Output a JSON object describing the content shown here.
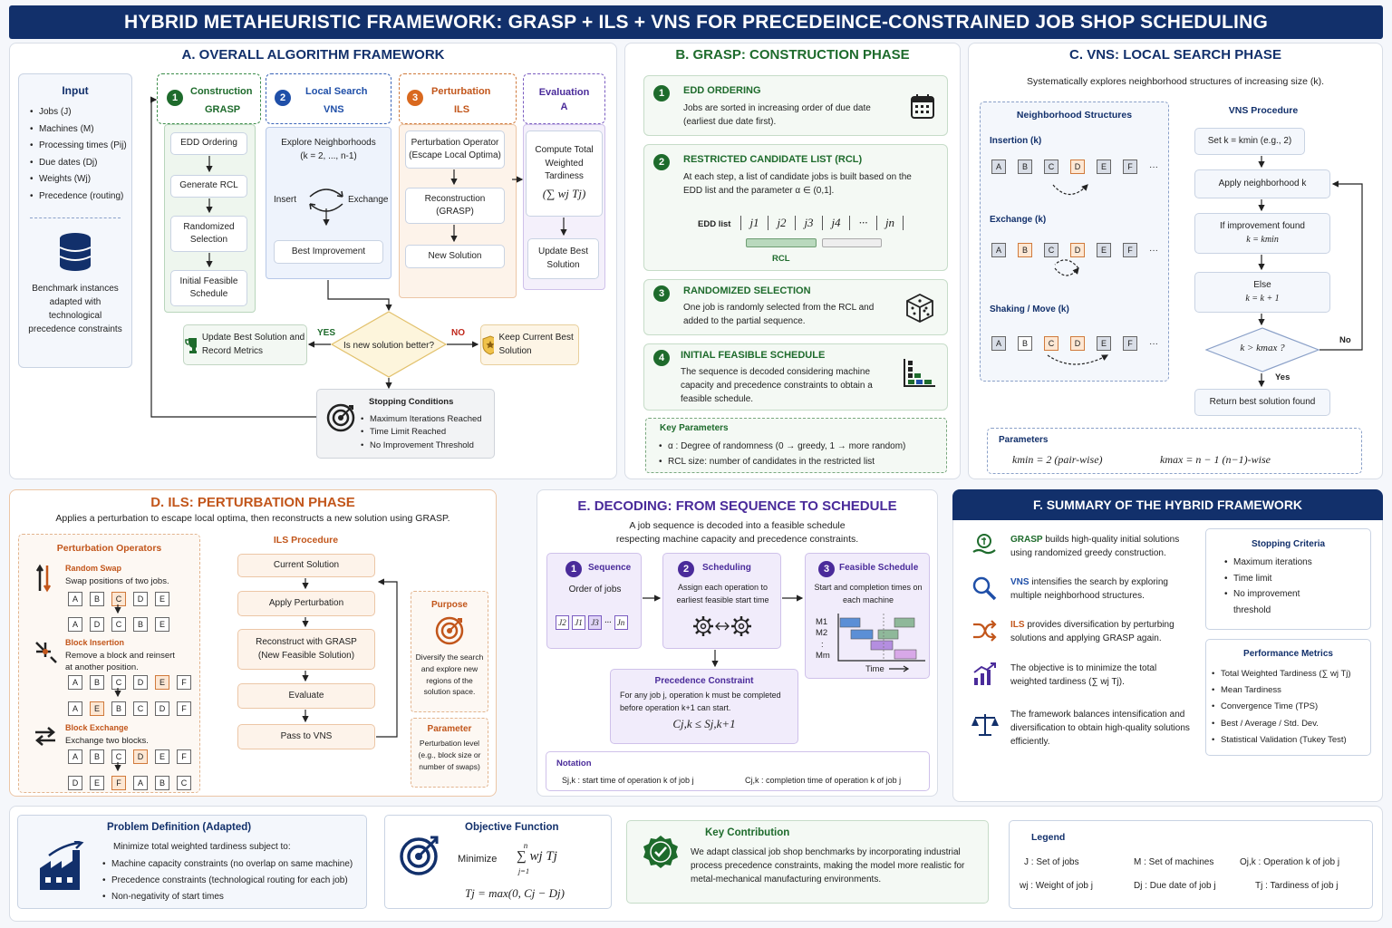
{
  "title": "HYBRID METAHEURISTIC FRAMEWORK: GRASP + ILS + VNS FOR PRECEDEINCE-CONSTRAINED JOB SHOP SCHEDULING",
  "colors": {
    "navy": "#12306b",
    "green": "#1e6b2c",
    "orange": "#c2561b",
    "purple": "#4a2b9a",
    "blue": "#1f4fa8"
  },
  "a": {
    "title": "A. OVERALL ALGORITHM FRAMEWORK",
    "input_title": "Input",
    "inputs": [
      "Jobs (J)",
      "Machines (M)",
      "Processing times (Pij)",
      "Due dates (Dj)",
      "Weights (Wj)",
      "Precedence (routing)"
    ],
    "bench": "Benchmark instances adapted with technological precedence constraints",
    "c1": {
      "num": "1",
      "title": "Construction",
      "sub": "GRASP",
      "steps": [
        "EDD Ordering",
        "Generate RCL",
        "Randomized Selection",
        "Initial Feasible Schedule"
      ]
    },
    "c2": {
      "num": "2",
      "title": "Local Search",
      "sub": "VNS",
      "explore": "Explore Neighborhoods",
      "range": "(k = 2, ..., n-1)",
      "insert": "Insert",
      "exchange": "Exchange",
      "best": "Best Improvement"
    },
    "c3": {
      "num": "3",
      "title": "Perturbation",
      "sub": "ILS",
      "steps": [
        "Perturbation Operator (Escape Local Optima)",
        "Reconstruction (GRASP)",
        "New Solution"
      ]
    },
    "c4": {
      "title": "Evaluation",
      "sub": "A",
      "compute": "Compute Total Weighted Tardiness",
      "formula": "(∑ wj Tj)",
      "update": "Update Best Solution"
    },
    "decision": "Is new solution better?",
    "yes": "YES",
    "no": "NO",
    "update_best": "Update Best Solution and Record Metrics",
    "keep": "Keep Current Best Solution",
    "stop_title": "Stopping Conditions",
    "stops": [
      "Maximum Iterations Reached",
      "Time Limit Reached",
      "No Improvement Threshold"
    ]
  },
  "b": {
    "title": "B. GRASP: CONSTRUCTION PHASE",
    "s1": {
      "num": "1",
      "title": "EDD ORDERING",
      "text": "Jobs are sorted in increasing order of due date (earliest due date first)."
    },
    "s2": {
      "num": "2",
      "title": "RESTRICTED CANDIDATE LIST (RCL)",
      "text": "At each step, a list of candidate jobs is built based on the EDD list and the parameter α ∈ (0,1].",
      "edd": "EDD list",
      "jobs": [
        "j1",
        "j2",
        "j3",
        "j4",
        "···",
        "jn"
      ],
      "rcl": "RCL"
    },
    "s3": {
      "num": "3",
      "title": "RANDOMIZED SELECTION",
      "text": "One job is randomly selected from the RCL and added to the partial sequence."
    },
    "s4": {
      "num": "4",
      "title": "INITIAL FEASIBLE SCHEDULE",
      "text": "The sequence is decoded considering machine capacity and precedence constraints to obtain a feasible schedule."
    },
    "kp_title": "Key Parameters",
    "kp": [
      "α : Degree of randomness (0 → greedy, 1 → more random)",
      "RCL size: number of candidates in the restricted list"
    ]
  },
  "c": {
    "title": "C. VNS: LOCAL SEARCH PHASE",
    "sub": "Systematically explores neighborhood structures of increasing size (k).",
    "ns_title": "Neighborhood Structures",
    "n1": "Insertion (k)",
    "n2": "Exchange (k)",
    "n3": "Shaking / Move (k)",
    "letters": [
      "A",
      "B",
      "C",
      "D",
      "E",
      "F",
      "···"
    ],
    "proc_title": "VNS Procedure",
    "p1": "Set k = kmin (e.g., 2)",
    "p2": "Apply neighborhood k",
    "p3a": "If improvement found",
    "p3b": "k = kmin",
    "p4a": "Else",
    "p4b": "k = k + 1",
    "p5": "k > kmax ?",
    "yes": "Yes",
    "no": "No",
    "p6": "Return best solution found",
    "par_title": "Parameters",
    "kmin": "kmin = 2  (pair-wise)",
    "kmax": "kmax = n − 1  (n−1)-wise"
  },
  "d": {
    "title": "D. ILS: PERTURBATION PHASE",
    "sub": "Applies a perturbation to escape local optima, then reconstructs a new solution using GRASP.",
    "ops_title": "Perturbation Operators",
    "o1": {
      "title": "Random Swap",
      "text": "Swap positions of two jobs.",
      "before": [
        "A",
        "B",
        "C",
        "D",
        "E"
      ],
      "after": [
        "A",
        "D",
        "C",
        "B",
        "E"
      ]
    },
    "o2": {
      "title": "Block Insertion",
      "text1": "Remove a block and reinsert",
      "text2": "at another position.",
      "before": [
        "A",
        "B",
        "C",
        "D",
        "E",
        "F"
      ],
      "after": [
        "A",
        "E",
        "B",
        "C",
        "D",
        "F"
      ]
    },
    "o3": {
      "title": "Block Exchange",
      "text": "Exchange two blocks.",
      "before": [
        "A",
        "B",
        "C",
        "D",
        "E",
        "F"
      ],
      "after": [
        "D",
        "E",
        "F",
        "A",
        "B",
        "C"
      ]
    },
    "proc_title": "ILS Procedure",
    "steps": [
      "Current Solution",
      "Apply Perturbation",
      "Reconstruct with GRASP (New Feasible Solution)",
      "Evaluate",
      "Pass to VNS"
    ],
    "purpose_title": "Purpose",
    "purpose": "Diversify the search and explore new regions of the solution space.",
    "param_title": "Parameter",
    "param": "Perturbation level (e.g., block size or number of swaps)"
  },
  "e": {
    "title": "E. DECODING: FROM SEQUENCE TO SCHEDULE",
    "sub1": "A job sequence is decoded into a feasible schedule",
    "sub2": "respecting machine capacity and precedence constraints.",
    "s1": {
      "num": "1",
      "title": "Sequence",
      "text": "Order of jobs",
      "jobs": [
        "J2",
        "J1",
        "J3",
        "···",
        "Jn"
      ]
    },
    "s2": {
      "num": "2",
      "title": "Scheduling",
      "text": "Assign each operation to earliest feasible start time"
    },
    "s3": {
      "num": "3",
      "title": "Feasible Schedule",
      "text": "Start and completion times on each machine",
      "machines": [
        "M1",
        "M2",
        ":",
        "Mm"
      ],
      "time": "Time"
    },
    "pc_title": "Precedence Constraint",
    "pc_text": "For any job j, operation k must be completed before operation k+1 can start.",
    "pc_formula": "Cj,k ≤ Sj,k+1",
    "not_title": "Notation",
    "not1": "Sj,k : start time of operation k of job j",
    "not2": "Cj,k : completion time of operation k of job j"
  },
  "f": {
    "title": "F. SUMMARY OF THE HYBRID FRAMEWORK",
    "items": [
      {
        "key": "GRASP",
        "text": " builds high-quality initial solutions using randomized greedy construction."
      },
      {
        "key": "VNS",
        "text": " intensifies the search by exploring multiple neighborhood structures."
      },
      {
        "key": "ILS",
        "text": " provides diversification by perturbing solutions and applying GRASP again."
      },
      {
        "key": "",
        "text": "The objective is to minimize the total weighted tardiness (∑ wj Tj)."
      },
      {
        "key": "",
        "text": "The framework balances intensification and diversification to obtain high-quality solutions efficiently."
      }
    ],
    "stop_title": "Stopping Criteria",
    "stops": [
      "Maximum iterations",
      "Time limit",
      "No improvement threshold"
    ],
    "perf_title": "Performance Metrics",
    "perf": [
      "Total Weighted Tardiness (∑ wj Tj)",
      "Mean Tardiness",
      "Convergence Time (TPS)",
      "Best / Average / Std. Dev.",
      "Statistical Validation (Tukey Test)"
    ]
  },
  "g": {
    "pd_title": "Problem Definition (Adapted)",
    "pd_sub": "Minimize total weighted tardiness subject to:",
    "pd": [
      "Machine capacity constraints (no overlap on same machine)",
      "Precedence constraints (technological routing for each job)",
      "Non-negativity of start times"
    ],
    "of_title": "Objective Function",
    "of_min": "Minimize",
    "of_sum": "∑ wj Tj",
    "of_n": "n",
    "of_j": "j=1",
    "of_t": "Tj = max(0, Cj − Dj)",
    "kc_title": "Key Contribution",
    "kc": "We adapt classical job shop benchmarks by incorporating industrial process precedence constraints, making the model more realistic for metal-mechanical manufacturing environments.",
    "lg_title": "Legend",
    "lg": [
      "J : Set of jobs",
      "M : Set of machines",
      "Oj,k : Operation k of job j",
      "wj : Weight of job j",
      "Dj : Due date of job j",
      "Tj : Tardiness of job j"
    ]
  }
}
